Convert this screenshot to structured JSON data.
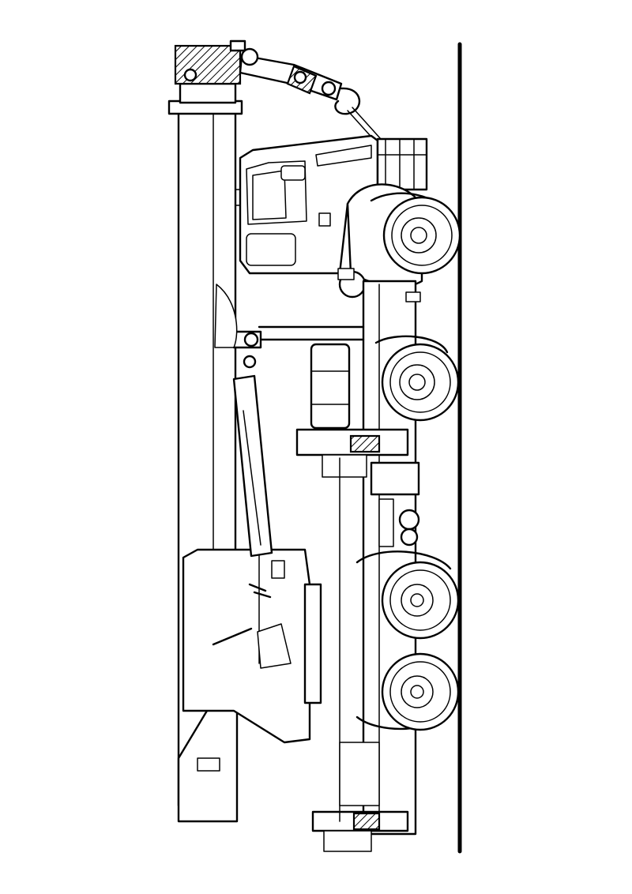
{
  "illustration": {
    "subject": "mobile-crane-truck",
    "style": "black line-art coloring page",
    "colors": {
      "ink": "#000000",
      "paper": "#ffffff"
    },
    "orientation": "rotated-90-degrees",
    "axles": 4
  }
}
